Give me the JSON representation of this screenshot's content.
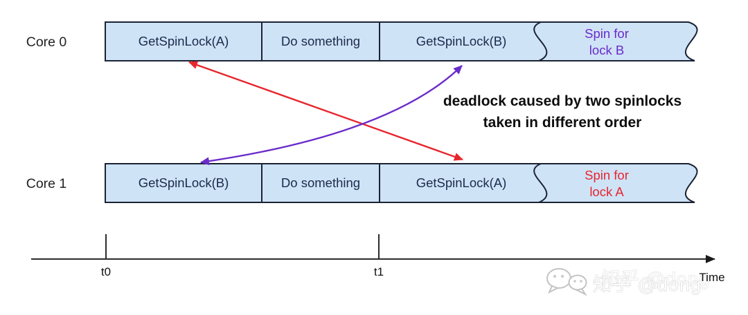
{
  "diagram": {
    "annotation": {
      "line1": "deadlock caused by two spinlocks",
      "line2": "taken in different order"
    },
    "cores": [
      {
        "label": "Core 0",
        "segments": [
          {
            "label": "GetSpinLock(A)"
          },
          {
            "label": "Do something"
          },
          {
            "label": "GetSpinLock(B)"
          }
        ],
        "spin": {
          "line1": "Spin for",
          "line2": "lock B"
        }
      },
      {
        "label": "Core 1",
        "segments": [
          {
            "label": "GetSpinLock(B)"
          },
          {
            "label": "Do something"
          },
          {
            "label": "GetSpinLock(A)"
          }
        ],
        "spin": {
          "line1": "Spin for",
          "line2": "lock A"
        }
      }
    ],
    "axis": {
      "tick0": "t0",
      "tick1": "t1",
      "label": "Time"
    },
    "watermark": {
      "text": "知乎 @dong"
    },
    "colors": {
      "box_fill": "#cfe3f7",
      "box_border": "#1a2233",
      "spin_lock_b_text": "#6a2bc9",
      "spin_lock_a_text": "#e8252d",
      "arrow_red": "#e8252d",
      "arrow_purple": "#6a2bc9",
      "axis": "#2b2b2b"
    }
  }
}
